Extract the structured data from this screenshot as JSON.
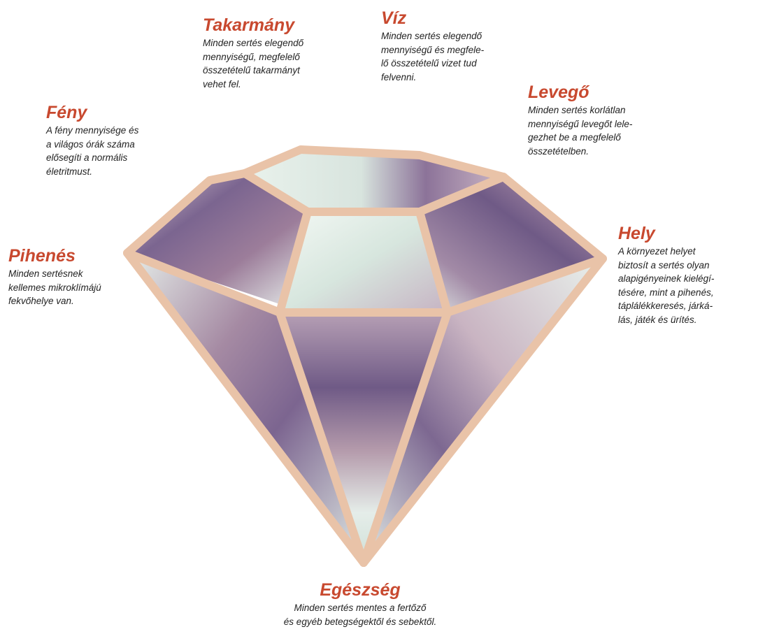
{
  "colors": {
    "title": "#c8492f",
    "text": "#222222",
    "frame": "#e9c3a8",
    "facet_light": "#e4f0e9",
    "facet_dark": "#7c6489",
    "facet_pink": "#b88ea4"
  },
  "labels": {
    "takarmany": {
      "title": "Takarmány",
      "text": "Minden sertés elegendő\nmennyiségű, megfelelő\nösszetételű takarmányt\nvehet fel."
    },
    "viz": {
      "title": "Víz",
      "text": "Minden sertés elegendő\nmennyiségű és megfele-\nlő összetételű vizet tud\nfelvenni."
    },
    "feny": {
      "title": "Fény",
      "text": "A fény mennyisége és\na világos órák száma\nelősegíti a normális\néletritmust."
    },
    "levego": {
      "title": "Levegő",
      "text": "Minden sertés korlátlan\nmennyiségű levegőt lele-\ngezhet be a megfelelő\nösszetételben."
    },
    "pihenes": {
      "title": "Pihenés",
      "text": "Minden sertésnek\nkellemes mikroklímájú\nfekvőhelye van."
    },
    "hely": {
      "title": "Hely",
      "text": "A környezet helyet\nbiztosít a sertés olyan\nalapigényeinek kielégí-\ntésére, mint a pihenés,\ntáplálékkeresés, járká-\nlás, játék és ürítés."
    },
    "egeszseg": {
      "title": "Egészség",
      "text": "Minden sertés mentes a fertőző\nés egyéb betegségektől és sebektől."
    }
  }
}
